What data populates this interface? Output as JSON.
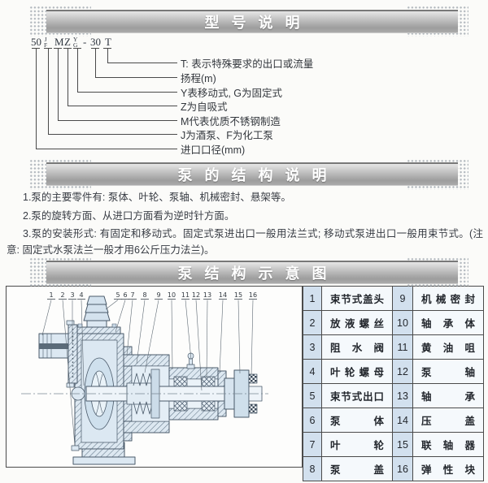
{
  "model_section": {
    "title": "型号说明",
    "code_symbols": [
      "50",
      "J/F",
      "M",
      "Z",
      "Y/G",
      "-",
      "30",
      "T"
    ],
    "code_notes": [
      {
        "symbol": "T",
        "text": "T: 表示特殊要求的出口或流量"
      },
      {
        "symbol": "30",
        "text": "扬程(m)"
      },
      {
        "symbol": "Y/G",
        "text": "Y表移动式, G为固定式"
      },
      {
        "symbol": "Z",
        "text": "Z为自吸式"
      },
      {
        "symbol": "M",
        "text": "M代表优质不锈钢制造"
      },
      {
        "symbol": "J/F",
        "text": "J为酒泵、F为化工泵"
      },
      {
        "symbol": "50",
        "text": "进口口径(mm)"
      }
    ]
  },
  "structure_section": {
    "title": "泵的结构说明",
    "paragraphs": [
      "1.泵的主要零件有: 泵体、叶轮、泵轴、机械密封、悬架等。",
      "2.泵的旋转方面、从进口方面看为逆时针方面。",
      "3.泵的安装形式: 有固定和移动式。固定式泵进出口一般用法兰式; 移动式泵进出口一般用束节式。(注意: 固定式水泵法兰一般才用6公斤压力法兰)。"
    ]
  },
  "diagram_section": {
    "title": "泵结构示意图",
    "parts": [
      {
        "no": "1",
        "name": "束节式盖头"
      },
      {
        "no": "2",
        "name": "放液螺丝"
      },
      {
        "no": "3",
        "name": "阻水阀"
      },
      {
        "no": "4",
        "name": "叶轮螺母"
      },
      {
        "no": "5",
        "name": "束节式出口"
      },
      {
        "no": "6",
        "name": "泵体"
      },
      {
        "no": "7",
        "name": "叶轮"
      },
      {
        "no": "8",
        "name": "泵盖"
      },
      {
        "no": "9",
        "name": "机械密封"
      },
      {
        "no": "10",
        "name": "轴承体"
      },
      {
        "no": "11",
        "name": "黄油咀"
      },
      {
        "no": "12",
        "name": "泵轴"
      },
      {
        "no": "13",
        "name": "轴承"
      },
      {
        "no": "14",
        "name": "压盖"
      },
      {
        "no": "15",
        "name": "联轴器"
      },
      {
        "no": "16",
        "name": "弹性块"
      }
    ]
  },
  "colors": {
    "banner_text": "#ffffff",
    "table_num_bg": "#d2e0ee",
    "drawing_line": "#4a5a6a",
    "drawing_fill": "#d7e4ef"
  }
}
